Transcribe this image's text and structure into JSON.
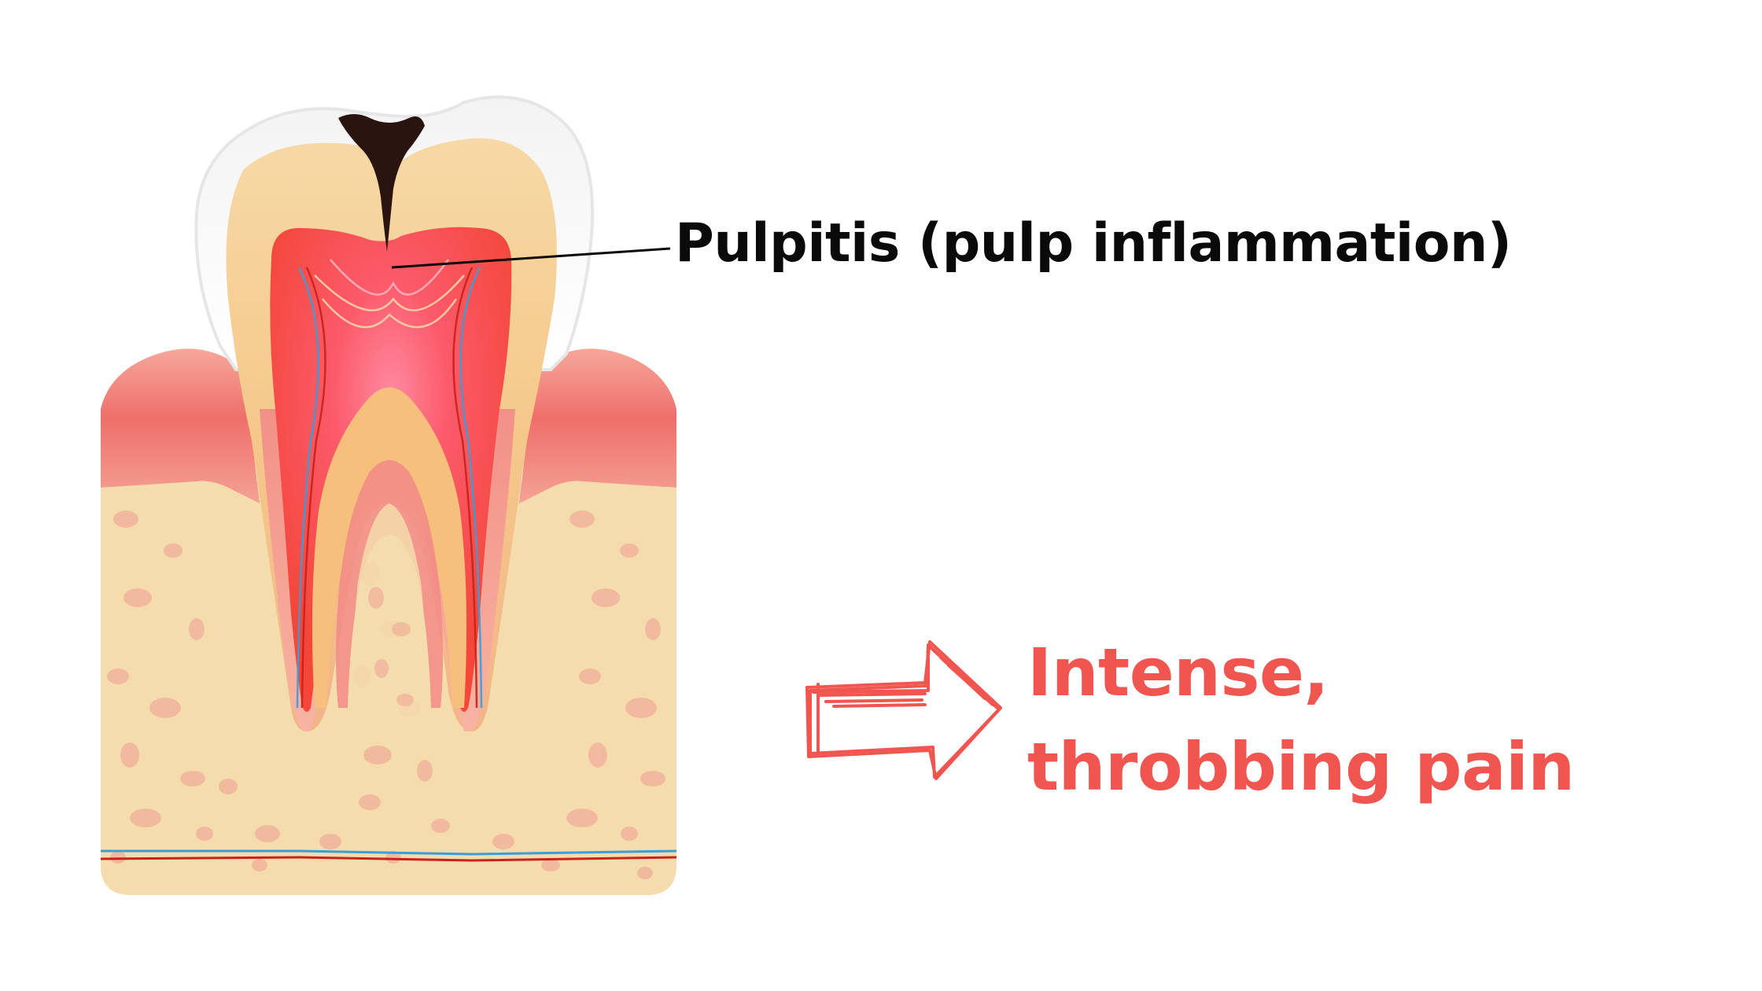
{
  "labels": {
    "condition": "Pulpitis (pulp inflammation)",
    "symptom": "Intense, throbbing pain"
  },
  "colors": {
    "background": "#ffffff",
    "bone": "#f4dcac",
    "bone_spots": "#f1b59c",
    "gum": "#f07a72",
    "dentin": "#f6c07c",
    "inflamed_pulp": "#f5493c",
    "cavity": "#2a1410",
    "label_text": "#0a0a0a",
    "accent": "#f05550"
  },
  "icons": [
    "tooth-cross-section-illustration",
    "sketch-arrow-right-icon"
  ]
}
